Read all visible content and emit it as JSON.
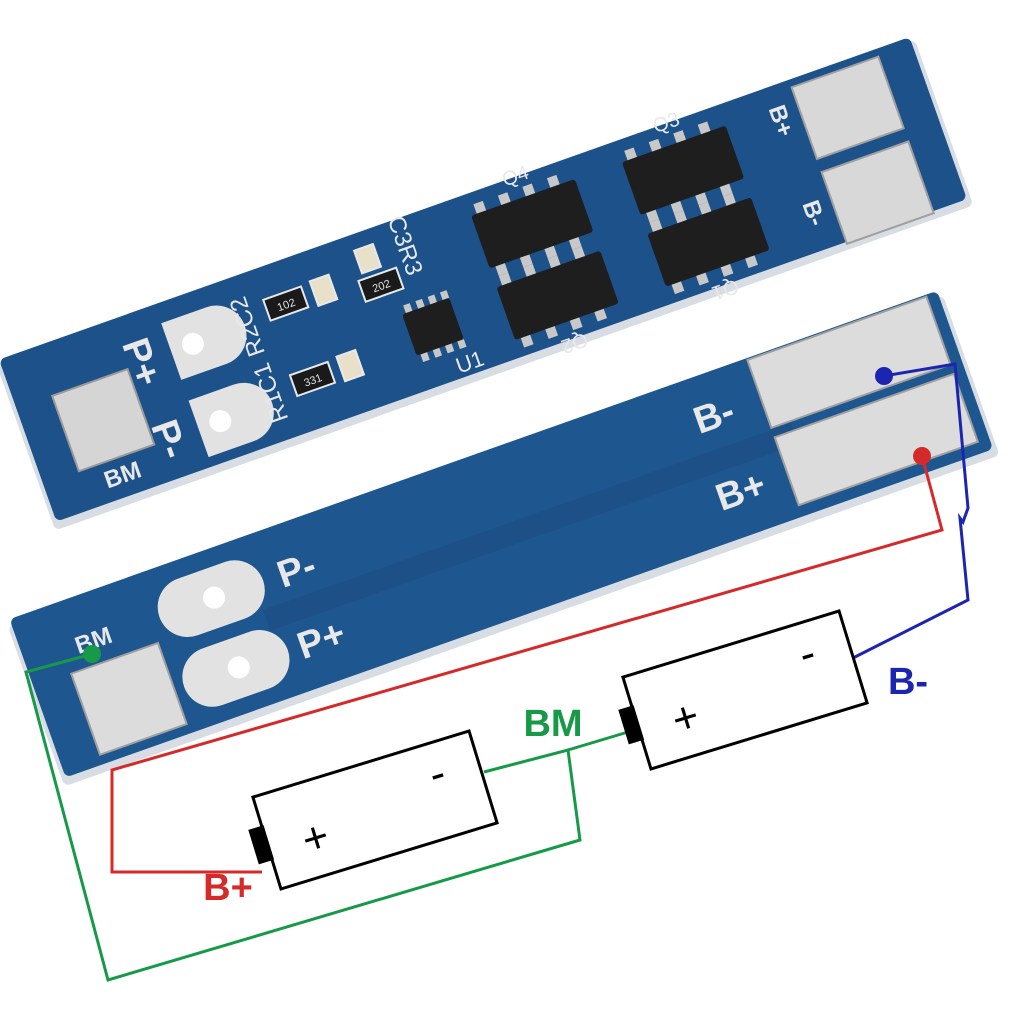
{
  "top_board": {
    "silkscreen": {
      "p_plus": "P+",
      "p_minus": "P-",
      "bm": "BM",
      "b_plus": "B+",
      "b_minus": "B-",
      "r1c1": "R1C1",
      "r2c2": "R2C2",
      "c3r3": "C3R3",
      "u1": "U1",
      "q1": "Q1",
      "q2": "Q2",
      "q3": "Q3",
      "q4": "Q4"
    },
    "components": {
      "resistor_1_code": "331",
      "resistor_2_code": "102",
      "resistor_3_code": "202"
    }
  },
  "bottom_board": {
    "labels": {
      "p_minus": "P-",
      "p_plus": "P+",
      "bm": "BM",
      "b_minus": "B-",
      "b_plus": "B+"
    }
  },
  "wiring": {
    "b_plus_label": "B+",
    "b_minus_label": "B-",
    "bm_label": "BM",
    "colors": {
      "b_plus_wire": "#d42a2a",
      "b_minus_wire": "#1c25b0",
      "bm_wire": "#169a48"
    }
  },
  "cells": [
    {
      "plus": "+",
      "minus": "-"
    },
    {
      "plus": "+",
      "minus": "-"
    }
  ],
  "colors": {
    "pcb": "#1c4f86",
    "pcb_dark": "#153f6e",
    "pad": "#dadada",
    "chip": "#1e1e1e"
  }
}
